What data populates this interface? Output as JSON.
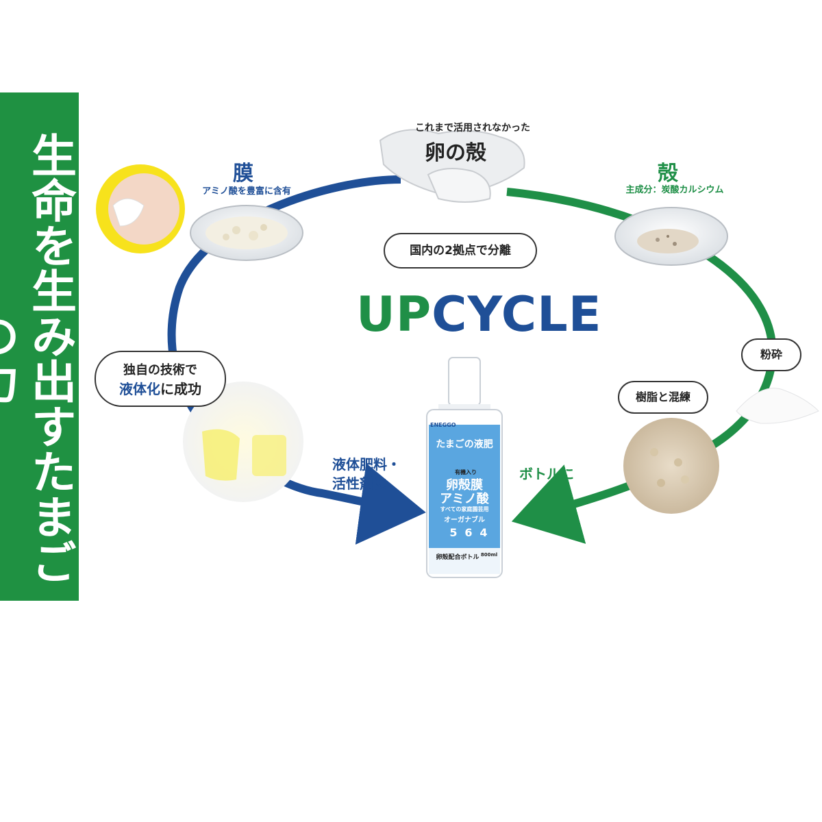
{
  "banner": {
    "text": "生命を生み出すたまごの力"
  },
  "top": {
    "caption": "これまで活用されなかった",
    "title": "卵の殻"
  },
  "membrane": {
    "title": "膜",
    "subtitle": "アミノ酸を豊富に含有"
  },
  "shell": {
    "title": "殻",
    "subtitle": "主成分：炭酸カルシウム"
  },
  "center": {
    "bubble": "国内の2拠点で分離",
    "headline_part1": "UP",
    "headline_part2": "CYCLE"
  },
  "left": {
    "bubble_line1": "独自の技術で",
    "bubble_line2_highlight": "液体化",
    "bubble_line2_rest": "に成功",
    "arrow_label_line1": "液体肥料・",
    "arrow_label_line2": "活性剤に"
  },
  "right": {
    "crush_bubble": "粉砕",
    "mix_bubble": "樹脂と混練",
    "arrow_label": "ボトルに"
  },
  "bottle": {
    "brand": "ENEGGO",
    "banner": "たまごの液肥",
    "line1": "有機入り",
    "line2": "卵殻膜",
    "line3": "アミノ酸",
    "line4": "すべての家庭園芸用",
    "line5": "オーガナブル",
    "npk": [
      "5",
      "6",
      "4"
    ],
    "footer": "卵殻配合ボトル",
    "volume": "800ml"
  },
  "colors": {
    "blue": "#1f4f97",
    "green": "#1f8f47",
    "banner_green": "#1f9142",
    "yellow": "#f7e21c"
  }
}
